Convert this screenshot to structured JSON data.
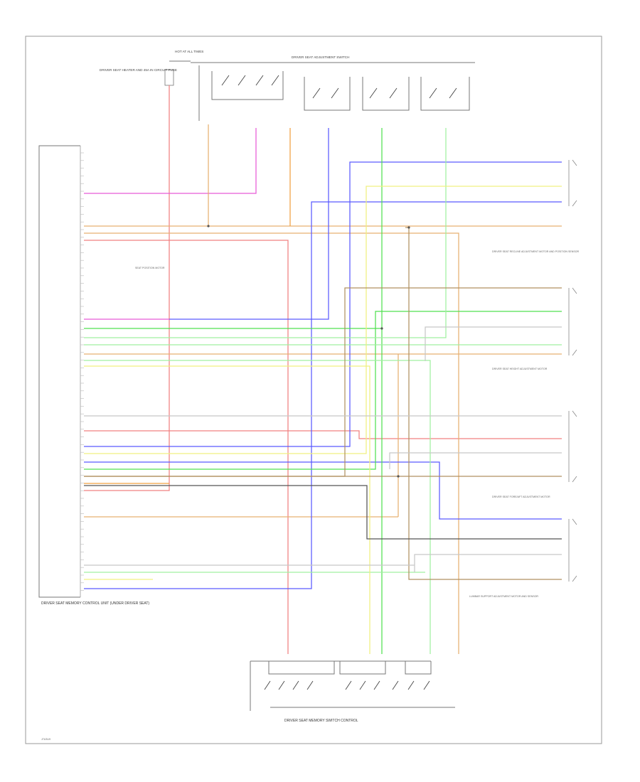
{
  "colors": {
    "red": "#f08080",
    "pink": "#e85ad8",
    "tan": "#e8b070",
    "orange": "#f0a040",
    "blue": "#5a5aff",
    "green": "#50e050",
    "ltgreen": "#a0f0a0",
    "yellow": "#f0f080",
    "brown": "#b09060",
    "gray": "#c8c8c8",
    "black": "#555555",
    "frame": "#9a9a9a"
  },
  "labels": {
    "page_code": "J7U3U9",
    "fuse_box": "HOT AT ALL TIMES",
    "fuse_note": "DRIVER SEAT HEATER AND 45A IN CIRCUIT FUSE",
    "module_caption": "DRIVER SEAT MEMORY CONTROL UNIT (UNDER DRIVER SEAT)",
    "top_switch_caption": "DRIVER SEAT ADJUSTMENT SWITCH",
    "bottom_switch_caption": "DRIVER SEAT MEMORY SWITCH CONTROL",
    "note_left": "SEAT POSITION MOTOR",
    "sensor_1": "DRIVER SEAT RECLINE ADJUSTMENT MOTOR AND POSITION SENSOR",
    "sensor_2": "DRIVER SEAT HEIGHT ADJUSTMENT MOTOR",
    "sensor_3": "DRIVER SEAT FORE/AFT ADJUSTMENT MOTOR",
    "sensor_4": "LUMBAR SUPPORT ADJUSTMENT MOTOR AND SENSOR"
  }
}
